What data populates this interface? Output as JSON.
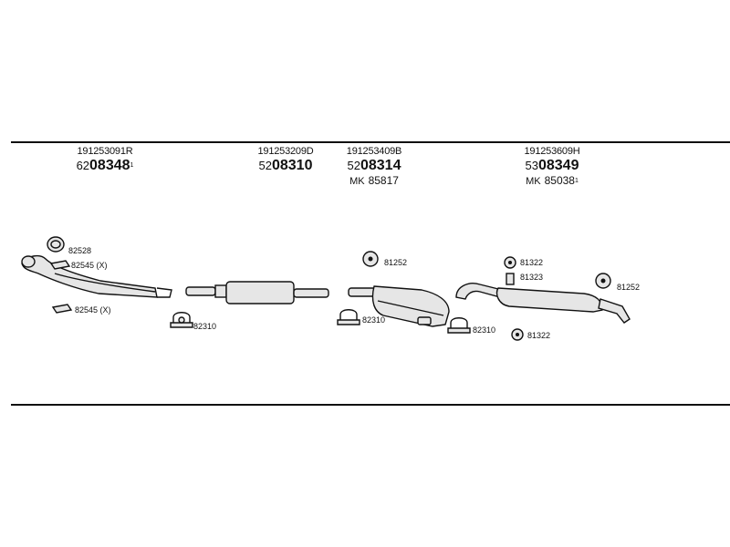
{
  "parts": [
    {
      "oem": "191253091R",
      "prefix": "62",
      "code": "08348",
      "sup": "1"
    },
    {
      "oem": "191253209D",
      "prefix": "52",
      "code": "08310"
    },
    {
      "oem": "191253409B",
      "prefix": "52",
      "code": "08314",
      "mk_prefix": "MK",
      "mk_code": "85817"
    },
    {
      "oem": "191253609H",
      "prefix": "53",
      "code": "08349",
      "mk_prefix": "MK",
      "mk_code": "85038",
      "mk_sup": "1"
    }
  ],
  "labels": {
    "ring_82528": "82528",
    "gasket_82545_a": "82545 (X)",
    "gasket_82545_b": "82545 (X)",
    "clamp_82310_a": "82310",
    "hanger_81252_a": "81252",
    "clamp_82310_b": "82310",
    "clamp_82310_c": "82310",
    "hanger_81322_a": "81322",
    "bolt_81323": "81323",
    "hanger_81252_b": "81252",
    "hanger_81322_b": "81322"
  }
}
